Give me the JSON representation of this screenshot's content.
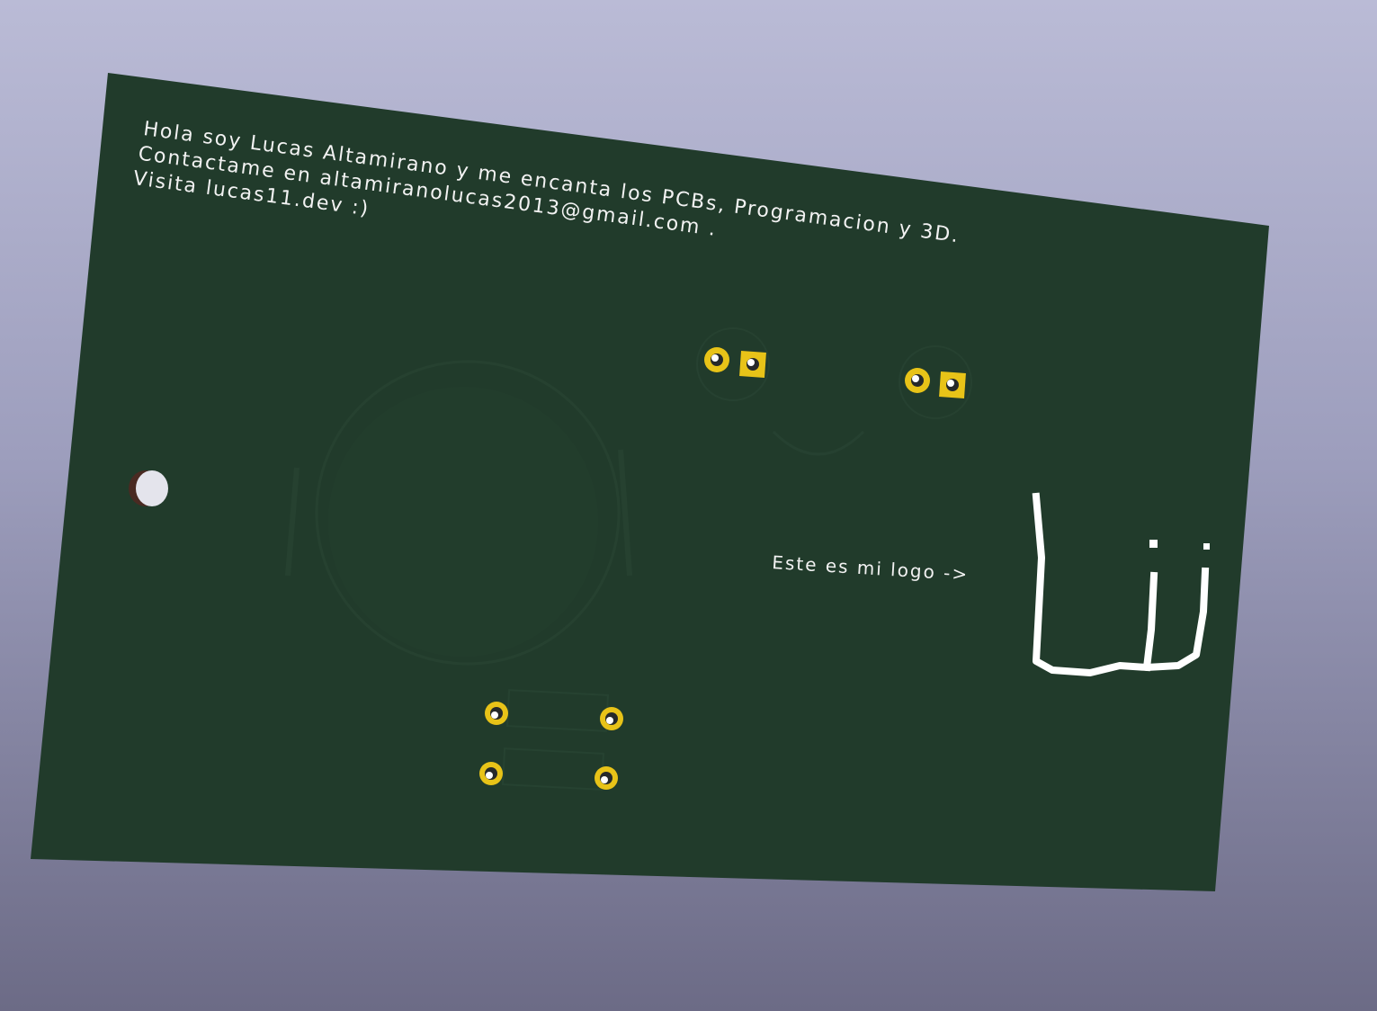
{
  "viewer": {
    "background_top": "#babbd6",
    "background_bottom": "#6c6b86"
  },
  "board": {
    "color": "#213b2b",
    "pad_color": "#e8c318",
    "silkscreen_color": "#f2f2f2",
    "text_lines": [
      "Hola soy Lucas Altamirano y me encanta los PCBs, Programacion y 3D.",
      "Contactame en altamiranolucas2013@gmail.com .",
      "Visita lucas11.dev :)"
    ],
    "logo_caption": "Este es mi logo ->",
    "logo_text": "Lu"
  }
}
